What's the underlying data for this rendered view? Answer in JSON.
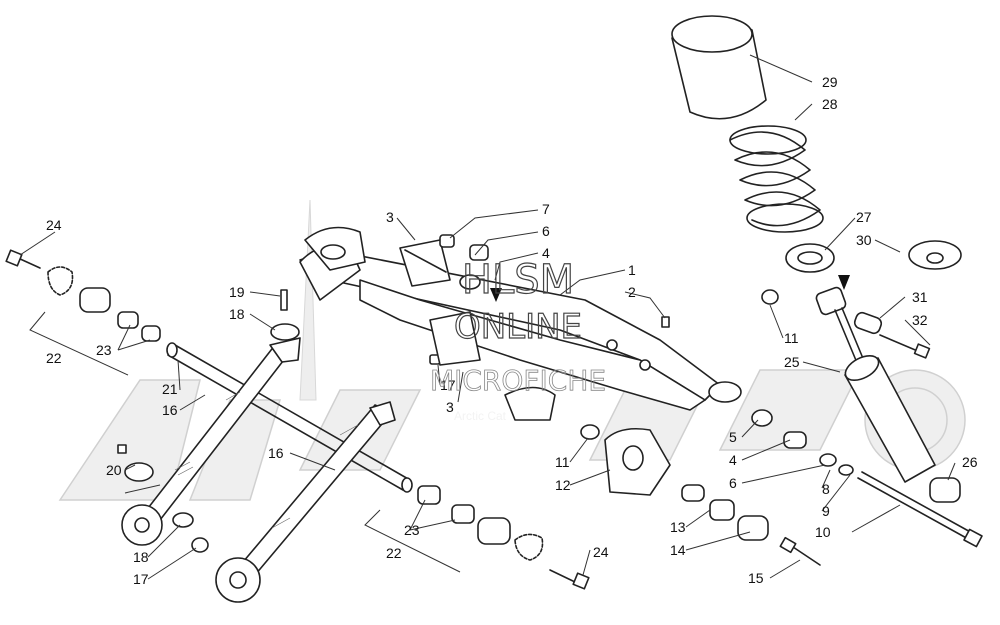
{
  "watermark": {
    "line1": "HLSM",
    "line2": "ONLINE",
    "line3": "MICROFICHE"
  },
  "background_logo_text": "Arctic Cat",
  "callouts": [
    "1",
    "2",
    "3",
    "3",
    "4",
    "4",
    "5",
    "6",
    "6",
    "7",
    "8",
    "9",
    "10",
    "11",
    "11",
    "12",
    "13",
    "14",
    "15",
    "16",
    "16",
    "17",
    "17",
    "18",
    "18",
    "19",
    "20",
    "21",
    "22",
    "22",
    "23",
    "23",
    "24",
    "24",
    "25",
    "26",
    "27",
    "28",
    "29",
    "30",
    "31",
    "32"
  ]
}
